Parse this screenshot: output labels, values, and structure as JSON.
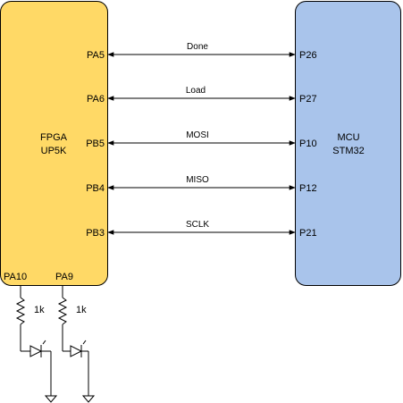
{
  "fpga": {
    "line1": "FPGA",
    "line2": "UP5K",
    "color": "#FFD966",
    "bottom_pins": [
      "PA10",
      "PA9"
    ]
  },
  "mcu": {
    "line1": "MCU",
    "line2": "STM32",
    "color": "#A9C4EB"
  },
  "connections": [
    {
      "fpga_pin": "PA5",
      "signal": "Done",
      "mcu_pin": "P26"
    },
    {
      "fpga_pin": "PA6",
      "signal": "Load",
      "mcu_pin": "P27"
    },
    {
      "fpga_pin": "PB5",
      "signal": "MOSI",
      "mcu_pin": "P10"
    },
    {
      "fpga_pin": "PB4",
      "signal": "MISO",
      "mcu_pin": "P12"
    },
    {
      "fpga_pin": "PB3",
      "signal": "SCLK",
      "mcu_pin": "P21"
    }
  ],
  "resistors": [
    "1k",
    "1k"
  ]
}
